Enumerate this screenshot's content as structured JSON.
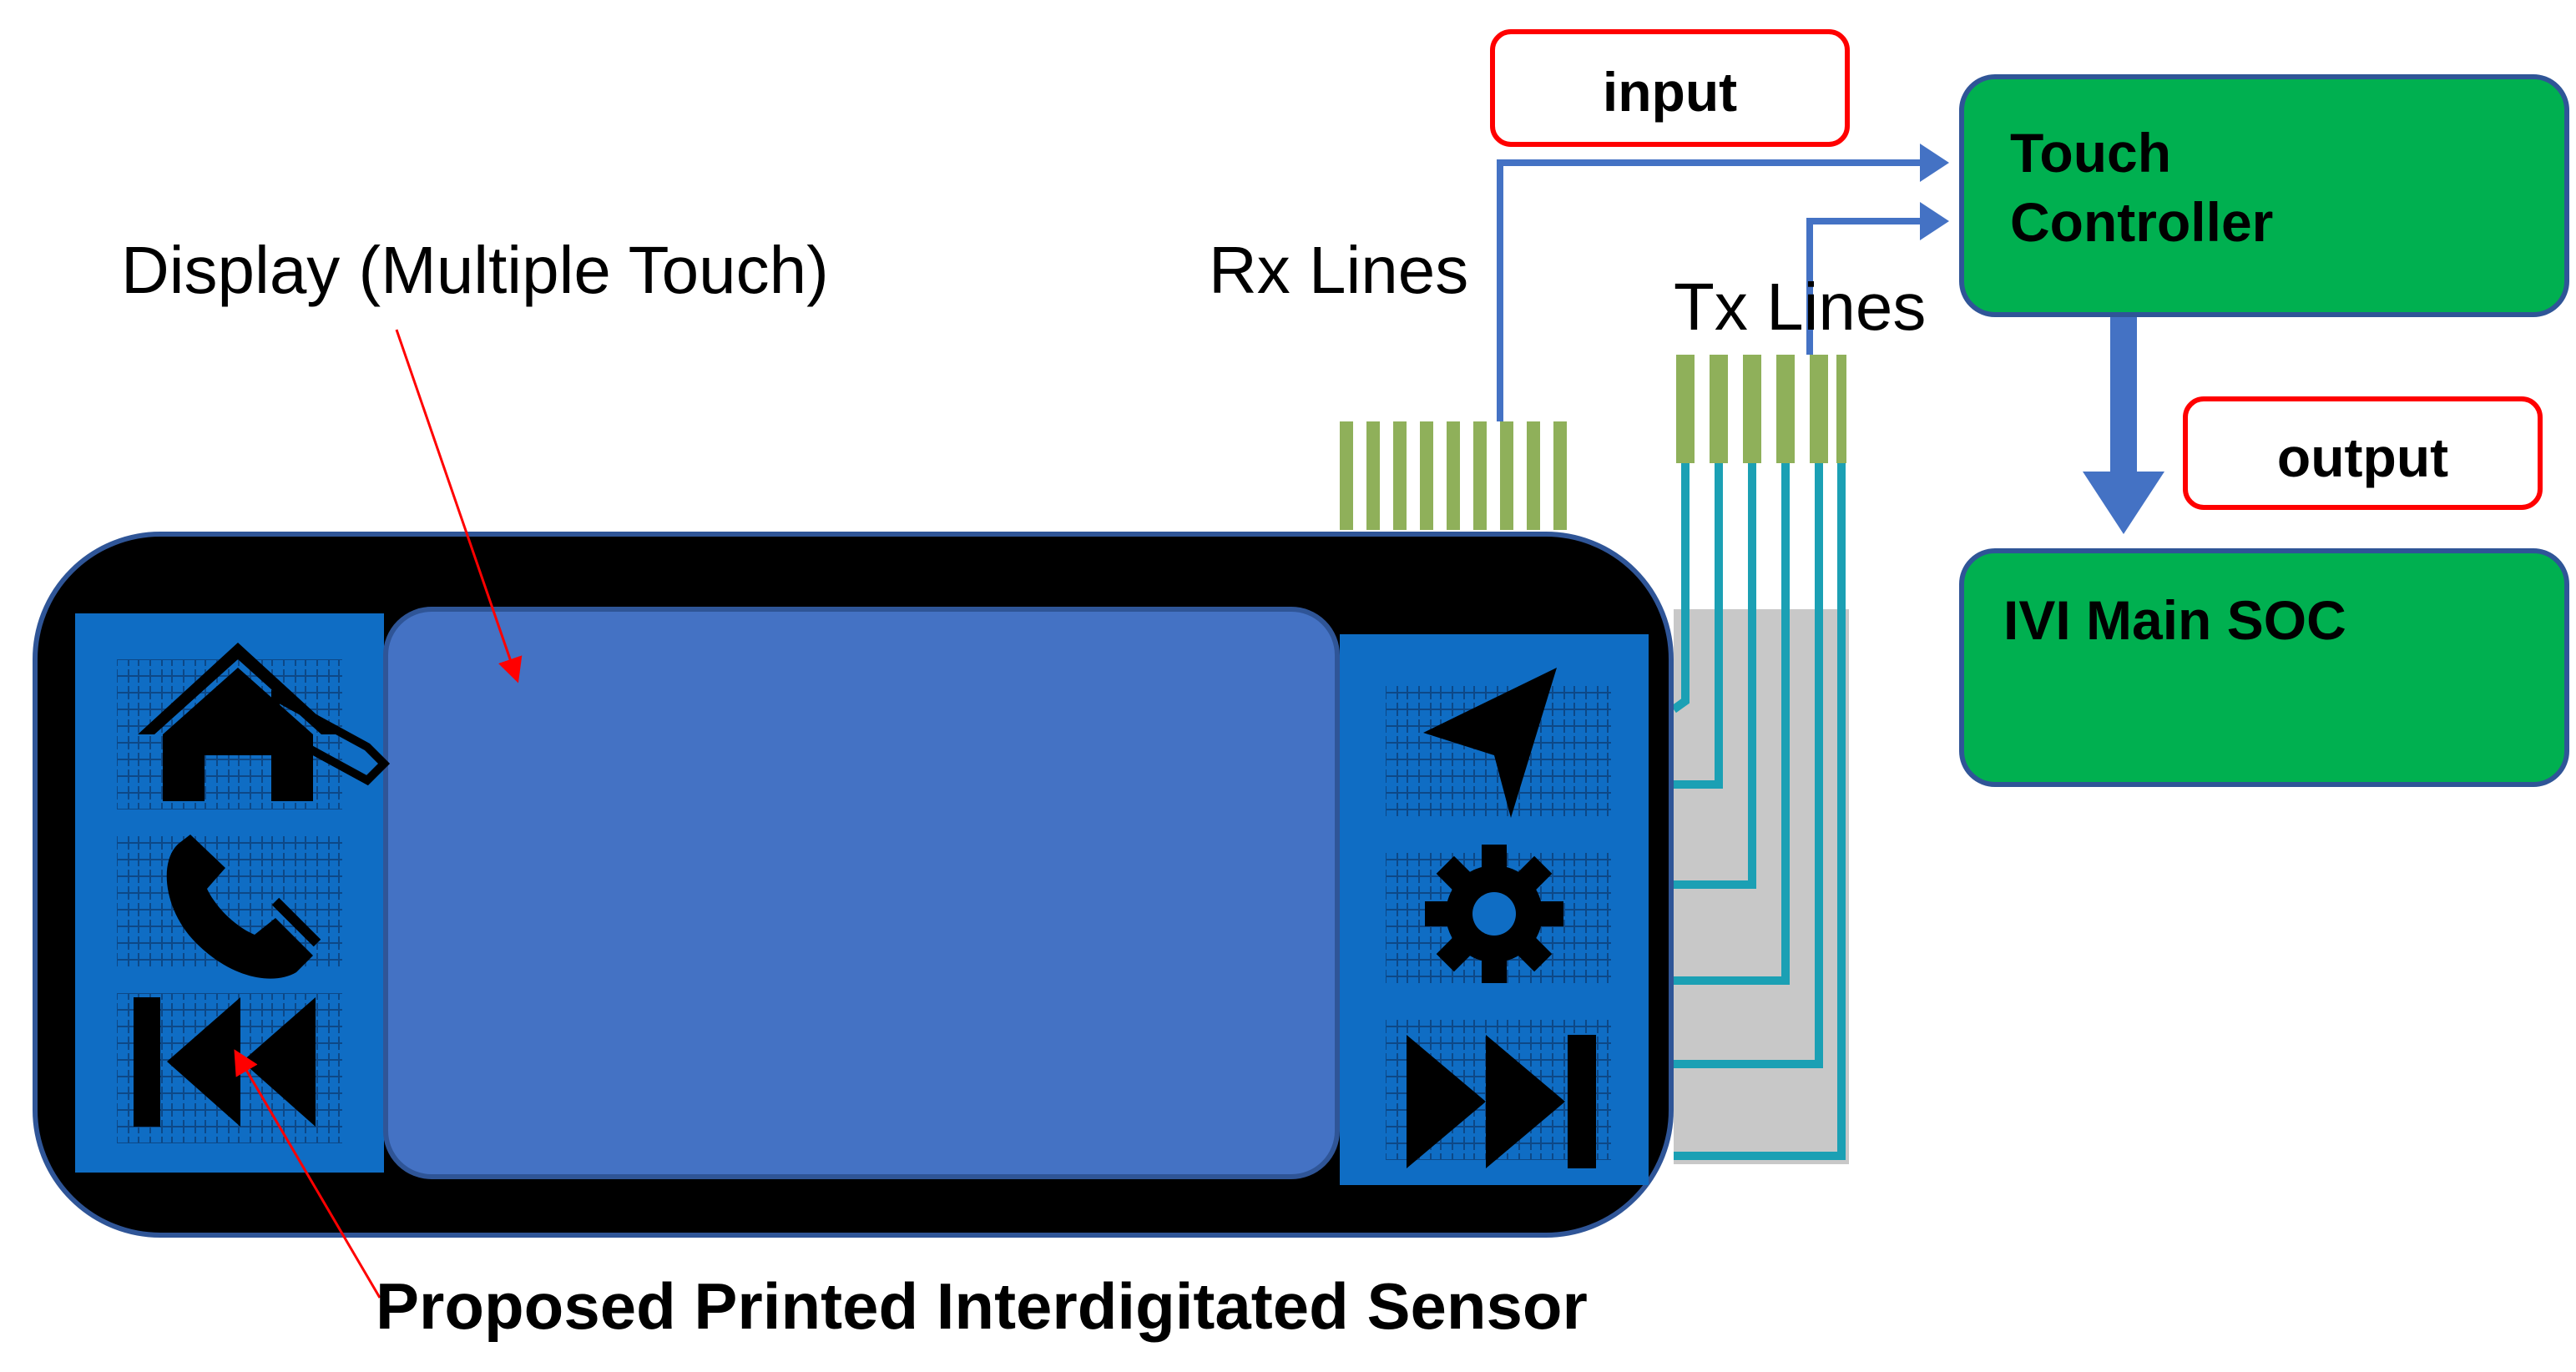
{
  "labels": {
    "display": "Display (Multiple Touch)",
    "rx_lines": "Rx Lines",
    "tx_lines": "Tx Lines",
    "sensor": "Proposed Printed Interdigitated Sensor"
  },
  "tags": {
    "input": "input",
    "output": "output"
  },
  "boxes": {
    "touch_controller": {
      "line1": "Touch",
      "line2": "Controller"
    },
    "ivi": "IVI Main SOC"
  },
  "colors": {
    "device_frame": "#000000",
    "panel_blue": "#0f6dc4",
    "screen_blue": "#4472c4",
    "box_green": "#00b050",
    "box_border": "#2f5597",
    "tag_border": "#ff0000",
    "arrow_blue": "#4472c4",
    "rx_green": "#8fb05a",
    "tx_teal": "#1ba0b4",
    "flex_gray": "#c8c8c8",
    "pointer_red": "#ff0000"
  },
  "icons": {
    "left_panel": [
      "home-icon",
      "phone-icon",
      "rewind-icon"
    ],
    "right_panel": [
      "navigation-arrow-icon",
      "gear-icon",
      "fast-forward-icon"
    ]
  }
}
